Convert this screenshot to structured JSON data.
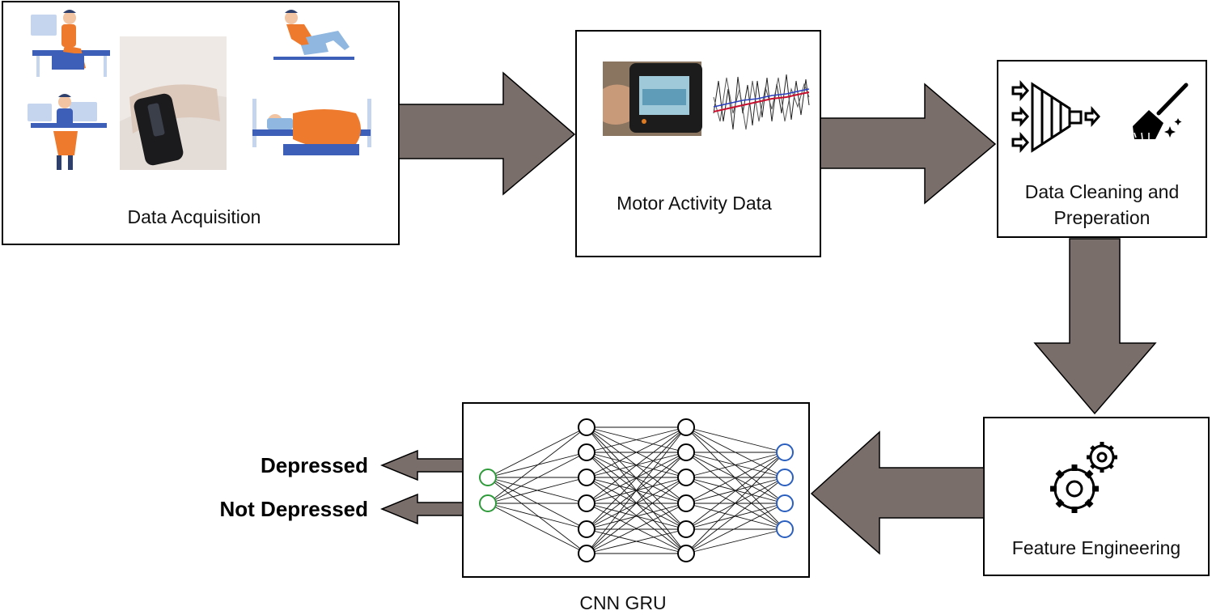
{
  "stages": {
    "acquisition": {
      "label": "Data Acquisition"
    },
    "motor": {
      "label": "Motor Activity Data"
    },
    "cleaning": {
      "label_line1": "Data Cleaning and",
      "label_line2": "Preperation"
    },
    "feature": {
      "label": "Feature Engineering"
    },
    "model": {
      "label": "CNN GRU"
    }
  },
  "outputs": {
    "depressed": "Depressed",
    "not_depressed": "Not Depressed"
  },
  "colors": {
    "arrow_fill": "#7a6e6b",
    "input_node": "#2e9a3a",
    "output_node": "#2a5fbf",
    "person_blue": "#3d5fb8",
    "person_orange": "#ee7a2e"
  },
  "icons": [
    "person-at-desk-icon",
    "wristband-photo",
    "person-reclining-icon",
    "person-working-icon",
    "person-sleeping-icon",
    "actigraph-device-photo",
    "signal-plot-thumbnail",
    "funnel-filter-icon",
    "broom-icon",
    "gears-icon",
    "neural-network-graphic"
  ],
  "network": {
    "layers": [
      2,
      6,
      6,
      4
    ]
  }
}
